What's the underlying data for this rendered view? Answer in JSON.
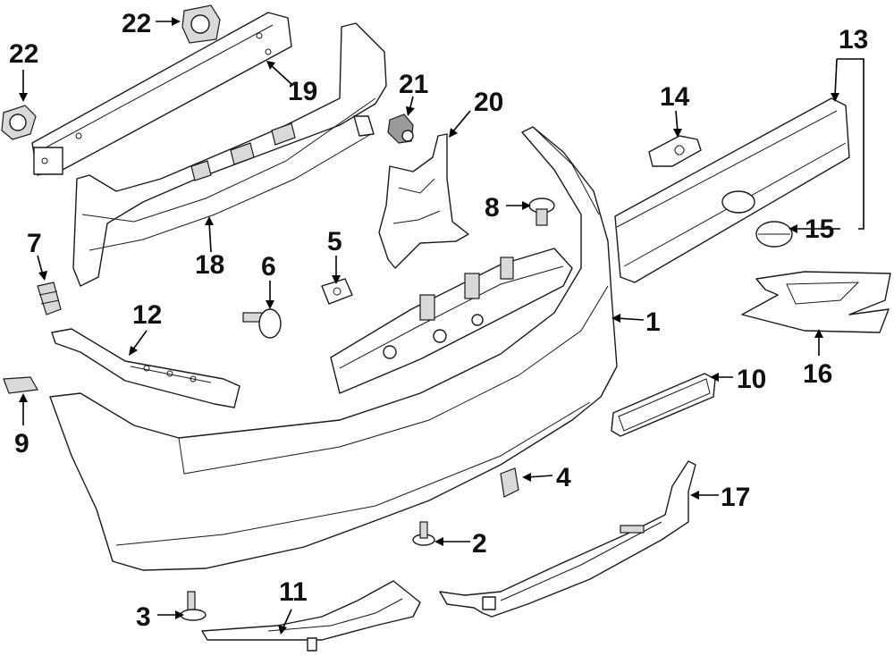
{
  "callouts": [
    {
      "id": "1",
      "text": "1"
    },
    {
      "id": "2",
      "text": "2"
    },
    {
      "id": "3",
      "text": "3"
    },
    {
      "id": "4",
      "text": "4"
    },
    {
      "id": "5",
      "text": "5"
    },
    {
      "id": "6",
      "text": "6"
    },
    {
      "id": "7",
      "text": "7"
    },
    {
      "id": "8",
      "text": "8"
    },
    {
      "id": "9",
      "text": "9"
    },
    {
      "id": "10",
      "text": "10"
    },
    {
      "id": "11",
      "text": "11"
    },
    {
      "id": "12",
      "text": "12"
    },
    {
      "id": "13",
      "text": "13"
    },
    {
      "id": "14",
      "text": "14"
    },
    {
      "id": "15",
      "text": "15"
    },
    {
      "id": "16",
      "text": "16"
    },
    {
      "id": "17",
      "text": "17"
    },
    {
      "id": "18",
      "text": "18"
    },
    {
      "id": "19",
      "text": "19"
    },
    {
      "id": "20",
      "text": "20"
    },
    {
      "id": "21",
      "text": "21"
    },
    {
      "id": "22a",
      "text": "22"
    },
    {
      "id": "22b",
      "text": "22"
    }
  ],
  "colors": {
    "line": "#1a1a1a",
    "background": "#ffffff"
  }
}
